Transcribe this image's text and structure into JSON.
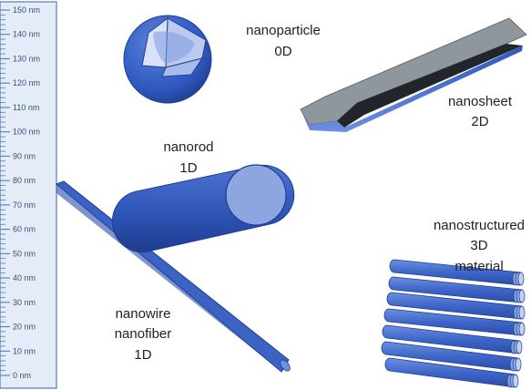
{
  "scale_bar": {
    "unit": "nm",
    "tick_labels": [
      "150 nm",
      "140 nm",
      "130 nm",
      "120 nm",
      "110 nm",
      "100 nm",
      "90 nm",
      "80 nm",
      "70 nm",
      "60 nm",
      "50 nm",
      "40 nm",
      "30 nm",
      "20 nm",
      "10 nm",
      "0 nm"
    ]
  },
  "labels": {
    "nanoparticle": {
      "line1": "nanoparticle",
      "line2": "0D"
    },
    "nanosheet": {
      "line1": "nanosheet",
      "line2": "2D"
    },
    "nanorod": {
      "line1": "nanorod",
      "line2": "1D"
    },
    "nanostructured": {
      "line1": "nanostructured",
      "line2": "3D",
      "line3": "material"
    },
    "nanowire": {
      "line1": "nanowire",
      "line2": "nanofiber",
      "line3": "1D"
    }
  },
  "colors": {
    "blue": "#3a63c4",
    "blue_dark": "#1f3f94",
    "blue_light": "#8ea6e0",
    "gray": "#8f979e",
    "gray_dark": "#3c4145",
    "ruler": "#e4ecf7",
    "ruler_line": "#5a77b3"
  }
}
